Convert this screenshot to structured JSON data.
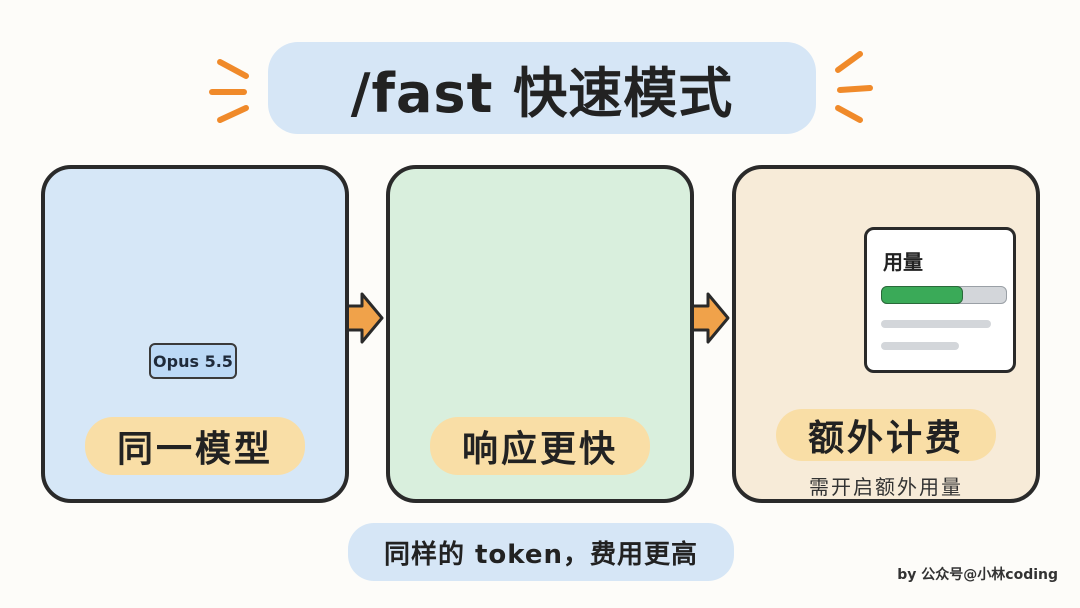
{
  "title": "/fast 快速模式",
  "cards": [
    {
      "label": "同一模型",
      "badge": "Opus 5.5"
    },
    {
      "label": "响应更快"
    },
    {
      "label": "额外计费",
      "sublabel": "需开启额外用量",
      "panel_title": "用量",
      "usage_level": 0.65
    }
  ],
  "bottom_caption": "同样的 token，费用更高",
  "credit": "by 公众号@小林coding",
  "colors": {
    "title_bg": "#d6e6f6",
    "card1_bg": "#d6e7f7",
    "card2_bg": "#d9efdd",
    "card3_bg": "#f7ebd8",
    "label_bg": "#f9dea6",
    "arrow": "#f0a24a",
    "accent_orange": "#f08a2a",
    "accent_yellow": "#f5c518",
    "clock_ring": "#3f8de0",
    "usage_fill": "#3aaa58"
  },
  "icons": [
    "robot-icon",
    "clock-icon",
    "coin-stack-icon",
    "arrow-right-icon",
    "speed-lines-icon",
    "sparkle-icon"
  ]
}
